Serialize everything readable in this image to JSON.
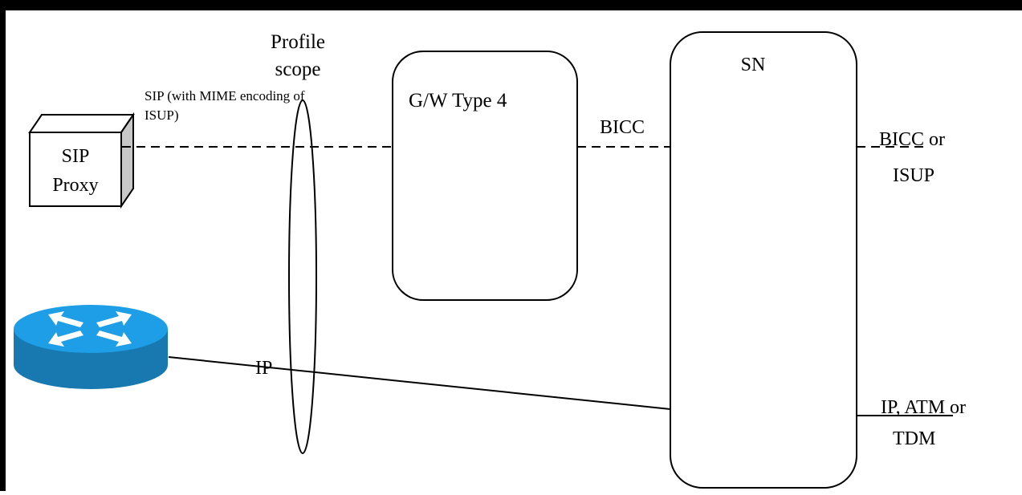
{
  "colors": {
    "background": "#ffffff",
    "stroke": "#000000",
    "proxy_side": "#c8c8c8",
    "router_top": "#1e9ee6",
    "router_side": "#1878b0"
  },
  "icons": {
    "sip_proxy": "cube-icon",
    "router": "router-icon"
  },
  "labels": {
    "profile_scope_line1": "Profile",
    "profile_scope_line2": "scope",
    "sip_proxy_line1": "SIP",
    "sip_proxy_line2": "Proxy",
    "sip_link_line1": "SIP (with MIME encoding of",
    "sip_link_line2": "ISUP)",
    "gw_type4": "G/W Type 4",
    "sn": "SN",
    "bicc": "BICC",
    "bicc_or_isup_line1": "BICC or",
    "bicc_or_isup_line2": "ISUP",
    "ip": "IP",
    "ip_atm_tdm_line1": "IP, ATM or",
    "ip_atm_tdm_line2": "TDM"
  }
}
